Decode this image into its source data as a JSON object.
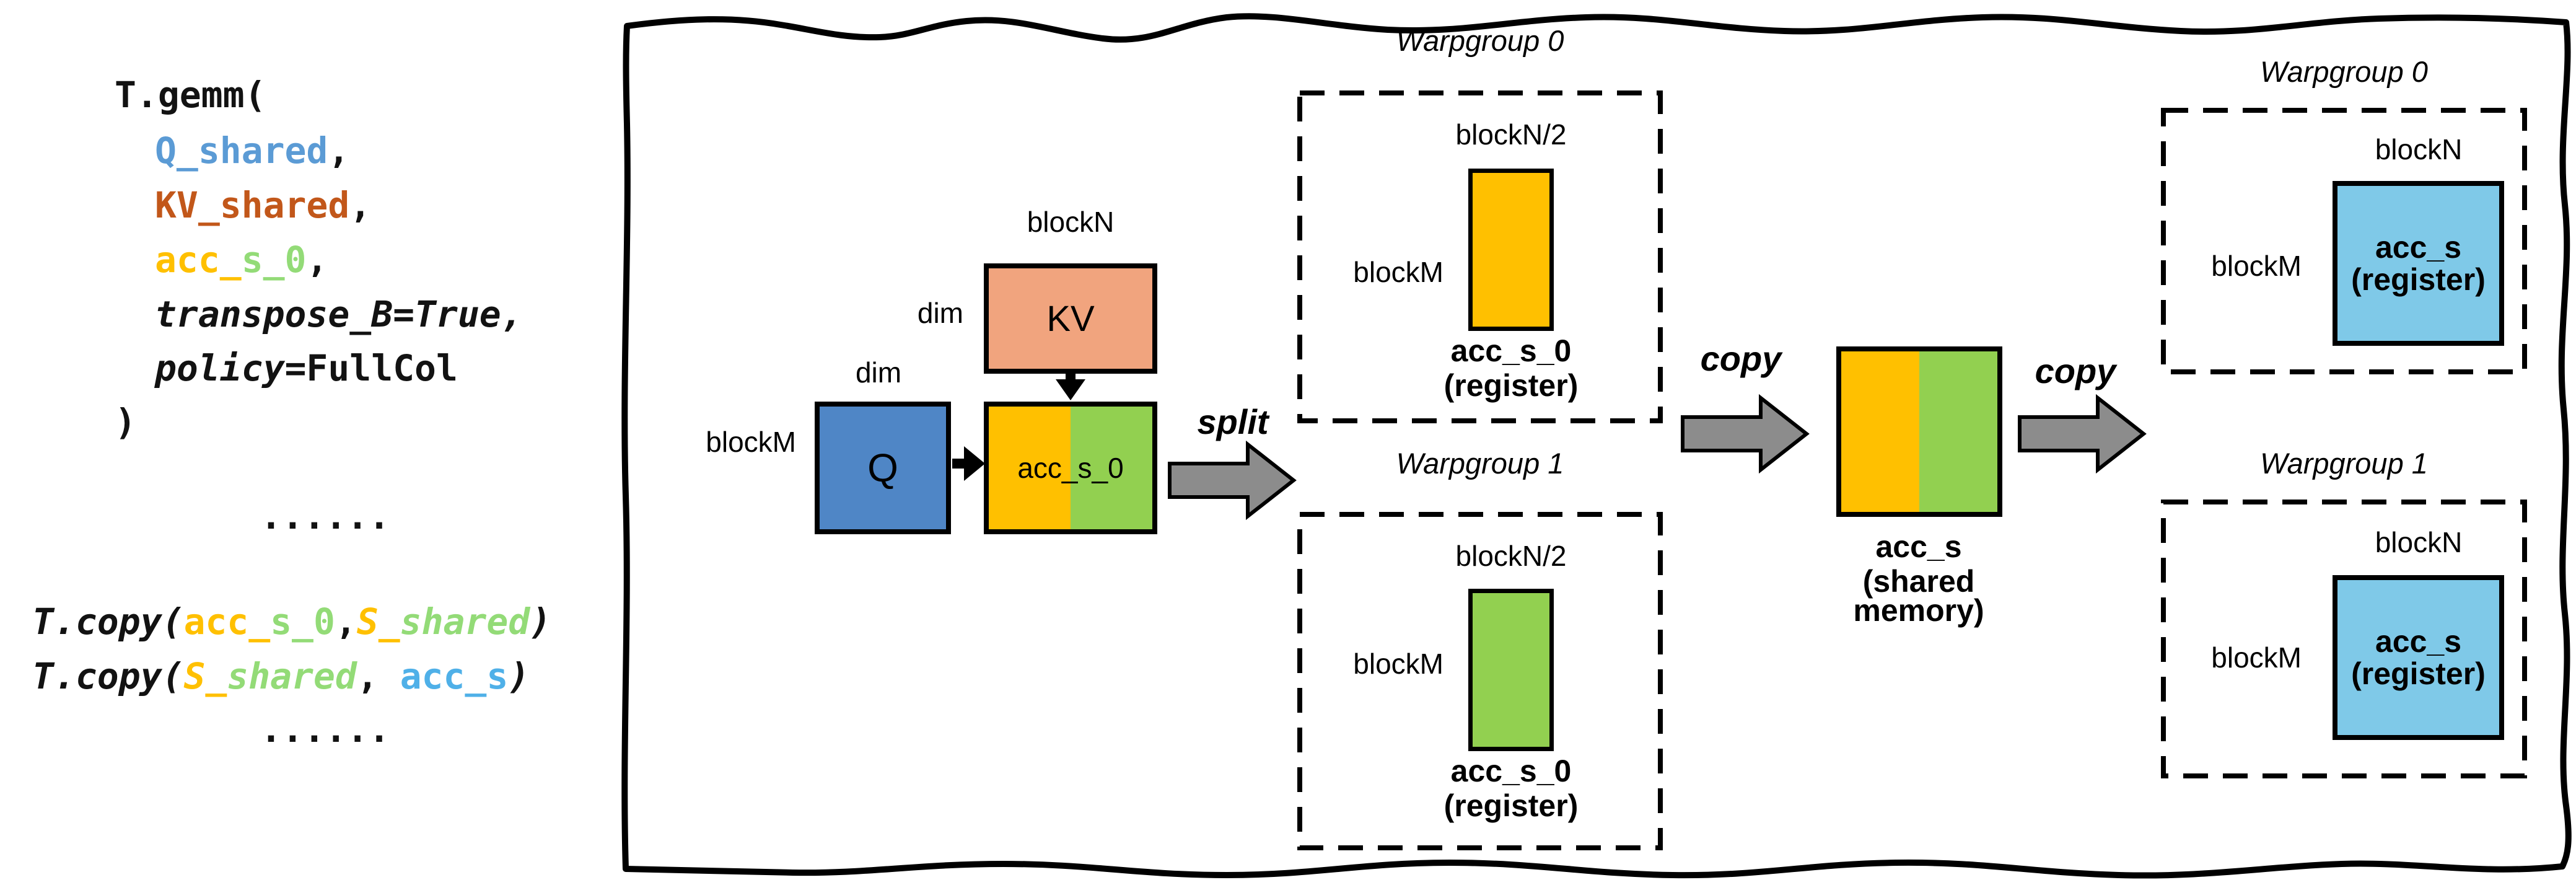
{
  "palette": {
    "code_black": "#121212",
    "gold": "#FFC000",
    "green_text": "#93DB77",
    "green_fill": "#92D050",
    "blue": "#5B9BD5",
    "sky": "#4FB0E8",
    "rust": "#C2571A",
    "q_fill": "#4F86C6",
    "kv_fill": "#F1A47E",
    "register_fill": "#7FC9E8",
    "arrow_gray": "#8C8C8C"
  },
  "code": {
    "gemm_line1": [
      {
        "text": "T.gemm(",
        "color": "code_black"
      }
    ],
    "gemm_arg_q": [
      {
        "text": "Q_shared",
        "color": "blue"
      },
      {
        "text": ",",
        "color": "code_black"
      }
    ],
    "gemm_arg_kv": [
      {
        "text": "KV_shared",
        "color": "rust"
      },
      {
        "text": ",",
        "color": "code_black"
      }
    ],
    "gemm_arg_acc": [
      {
        "text": "acc_",
        "color": "gold"
      },
      {
        "text": "s_0",
        "color": "green_text"
      },
      {
        "text": ",",
        "color": "code_black"
      }
    ],
    "gemm_arg_transpose": [
      {
        "text": "transpose_B=True,",
        "color": "code_black",
        "italic": true
      }
    ],
    "gemm_arg_policy": [
      {
        "text": "policy",
        "color": "code_black",
        "italic": true
      },
      {
        "text": "=FullCol",
        "color": "code_black"
      }
    ],
    "gemm_close": [
      {
        "text": ")",
        "color": "code_black"
      }
    ],
    "dots_1": [
      {
        "text": "......",
        "color": "code_black"
      }
    ],
    "copy_line1": [
      {
        "text": "T.copy(",
        "color": "code_black",
        "italic": true
      },
      {
        "text": "acc_",
        "color": "gold"
      },
      {
        "text": "s_0",
        "color": "green_text"
      },
      {
        "text": ",",
        "color": "code_black"
      },
      {
        "text": "S_",
        "color": "gold",
        "italic": true
      },
      {
        "text": "shared",
        "color": "green_text",
        "italic": true
      },
      {
        "text": ")",
        "color": "code_black",
        "italic": true
      }
    ],
    "copy_line2": [
      {
        "text": "T.copy(",
        "color": "code_black",
        "italic": true
      },
      {
        "text": "S_",
        "color": "gold",
        "italic": true
      },
      {
        "text": "shared",
        "color": "green_text",
        "italic": true
      },
      {
        "text": ", ",
        "color": "code_black"
      },
      {
        "text": "acc_s",
        "color": "sky"
      },
      {
        "text": ")",
        "color": "code_black",
        "italic": true
      }
    ],
    "dots_2": [
      {
        "text": "......",
        "color": "code_black"
      }
    ]
  },
  "diagram": {
    "gemm_group": {
      "block_m": "blockM",
      "dim_q": "dim",
      "dim_kv": "dim",
      "block_n": "blockN",
      "q_label": "Q",
      "kv_label": "KV",
      "acc_label": "acc_s_0"
    },
    "split_label": "split",
    "copy_label_1": "copy",
    "copy_label_2": "copy",
    "wg0_mid": {
      "title": "Warpgroup 0",
      "block_n": "blockN/2",
      "block_m": "blockM",
      "name": "acc_s_0",
      "kind": "(register)"
    },
    "wg1_mid": {
      "title": "Warpgroup 1",
      "block_n": "blockN/2",
      "block_m": "blockM",
      "name": "acc_s_0",
      "kind": "(register)"
    },
    "shared": {
      "name": "acc_s",
      "kind_line1": "(shared",
      "kind_line2": "memory)"
    },
    "wg0_right": {
      "title": "Warpgroup 0",
      "block_n": "blockN",
      "block_m": "blockM",
      "name": "acc_s",
      "kind": "(register)"
    },
    "wg1_right": {
      "title": "Warpgroup 1",
      "block_n": "blockN",
      "block_m": "blockM",
      "name": "acc_s",
      "kind": "(register)"
    }
  }
}
